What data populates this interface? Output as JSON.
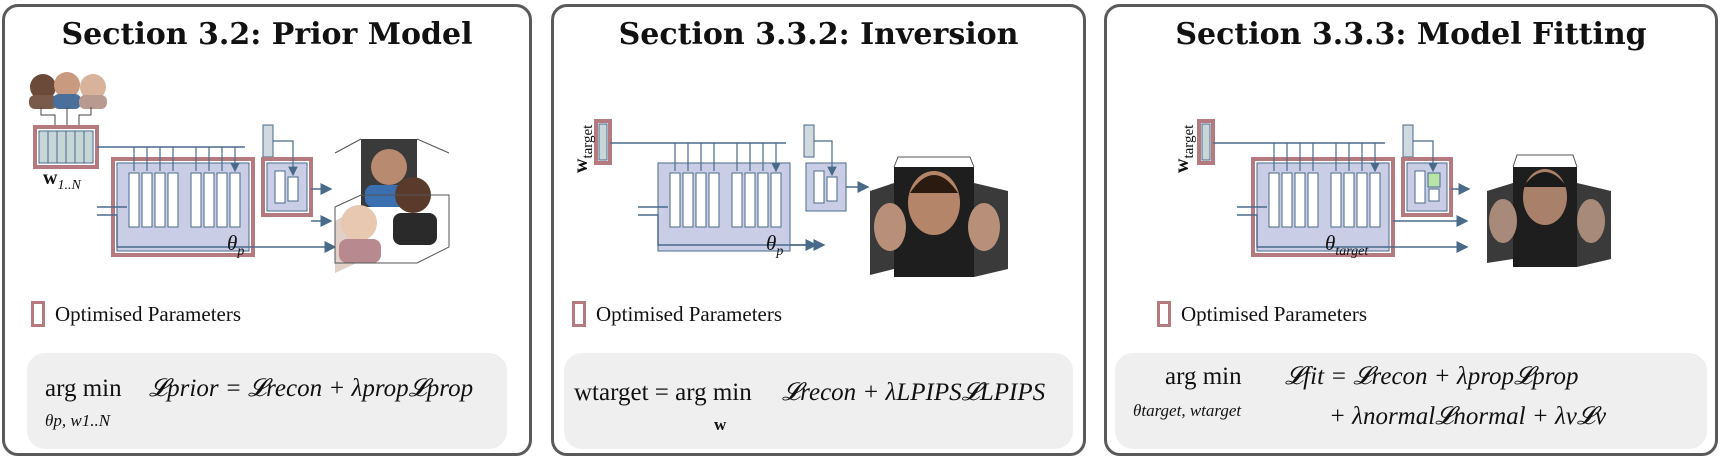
{
  "panels": [
    {
      "title": "Section 3.2: Prior Model",
      "latent_label": "w",
      "latent_sub": "1..N",
      "theta_label": "θ",
      "theta_sub": "p",
      "legend": "Optimised Parameters",
      "eq_lhs": "arg min",
      "eq_rhs": "𝓛prior = 𝓛recon + λprop𝓛prop",
      "eq_sub": "θp, w1..N"
    },
    {
      "title": "Section 3.3.2: Inversion",
      "latent_label": "w",
      "latent_sub": "target",
      "theta_label": "θ",
      "theta_sub": "p",
      "legend": "Optimised Parameters",
      "eq_lhs": "wtarget = arg min",
      "eq_rhs": "𝓛recon + λLPIPS𝓛LPIPS",
      "eq_sub": "w"
    },
    {
      "title": "Section 3.3.3: Model Fitting",
      "latent_label": "w",
      "latent_sub": "target",
      "theta_label": "θ",
      "theta_sub": "target",
      "legend": "Optimised Parameters",
      "eq_lhs": "arg min",
      "eq_rhs_line1": "𝓛fit = 𝓛recon + λprop𝓛prop",
      "eq_rhs_line2": "+ λnormal𝓛normal + λv𝓛v",
      "eq_sub": "θtarget, wtarget"
    }
  ],
  "colors": {
    "block_fill": "#c9cde6",
    "block_stroke": "#4a6a8a",
    "optimised": "#b57a80",
    "latent_fill": "#c7d7d8",
    "eq_bg": "#efefef",
    "highlight": "#b9e3a8"
  }
}
